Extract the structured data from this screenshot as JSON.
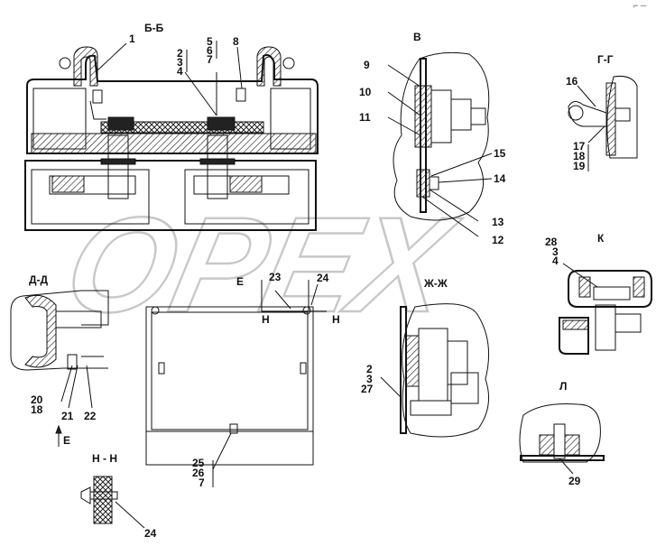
{
  "watermark": "OPEX",
  "corner_mark": "⌐ ─",
  "sections": {
    "bb": "Б-Б",
    "v": "В",
    "gg": "Г-Г",
    "dd": "Д-Д",
    "e": "Е",
    "zhzh": "Ж-Ж",
    "k": "К",
    "l": "Л",
    "nn": "Н - Н"
  },
  "section_markers": {
    "h1": "Н",
    "h2": "Н",
    "e_arrow": "Е"
  },
  "callouts": {
    "c1": "1",
    "c8": "8",
    "stack_2_3_4": [
      "2",
      "3",
      "4"
    ],
    "stack_5_6_7": [
      "5",
      "6",
      "7"
    ],
    "c9": "9",
    "c10": "10",
    "c11": "11",
    "c12": "12",
    "c13": "13",
    "c14": "14",
    "c15": "15",
    "c16": "16",
    "stack_17_18_19": [
      "17",
      "18",
      "19"
    ],
    "stack_20_18": [
      "20",
      "18"
    ],
    "c21": "21",
    "c22": "22",
    "c23": "23",
    "c24a": "24",
    "c24b": "24",
    "stack_2_3_27": [
      "2",
      "3",
      "27"
    ],
    "stack_28_3_4": [
      "28",
      "3",
      "4"
    ],
    "stack_25_26_7": [
      "25",
      "26",
      "7"
    ],
    "c29": "29"
  }
}
